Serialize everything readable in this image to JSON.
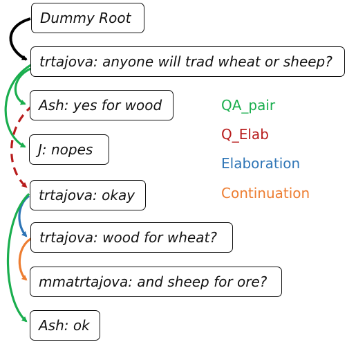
{
  "nodes": [
    {
      "id": "root",
      "label": "Dummy Root"
    },
    {
      "id": "n1",
      "label": "trtajova: anyone will trad wheat or sheep?"
    },
    {
      "id": "n2",
      "label": "Ash: yes for wood"
    },
    {
      "id": "n3",
      "label": "J: nopes"
    },
    {
      "id": "n4",
      "label": "trtajova: okay"
    },
    {
      "id": "n5",
      "label": "trtajova: wood for wheat?"
    },
    {
      "id": "n6",
      "label": "mmatrtajova: and sheep for ore?"
    },
    {
      "id": "n7",
      "label": "Ash: ok"
    }
  ],
  "legend": [
    {
      "label": "QA_pair",
      "color": "#1aae4e"
    },
    {
      "label": "Q_Elab",
      "color": "#b81c1c"
    },
    {
      "label": "Elaboration",
      "color": "#2e75b6"
    },
    {
      "label": "Continuation",
      "color": "#ed7d31"
    }
  ],
  "edges": [
    {
      "from": "root",
      "to": "n1",
      "relation": "root",
      "color": "#000000"
    },
    {
      "from": "n1",
      "to": "n2",
      "relation": "QA_pair",
      "color": "#1aae4e"
    },
    {
      "from": "n1",
      "to": "n3",
      "relation": "QA_pair",
      "color": "#1aae4e"
    },
    {
      "from": "n2",
      "to": "n4",
      "relation": "Q_Elab",
      "color": "#b81c1c"
    },
    {
      "from": "n4",
      "to": "n5",
      "relation": "Elaboration",
      "color": "#2e75b6"
    },
    {
      "from": "n5",
      "to": "n6",
      "relation": "Continuation",
      "color": "#ed7d31"
    },
    {
      "from": "n4",
      "to": "n7",
      "relation": "QA_pair",
      "color": "#1aae4e"
    }
  ]
}
